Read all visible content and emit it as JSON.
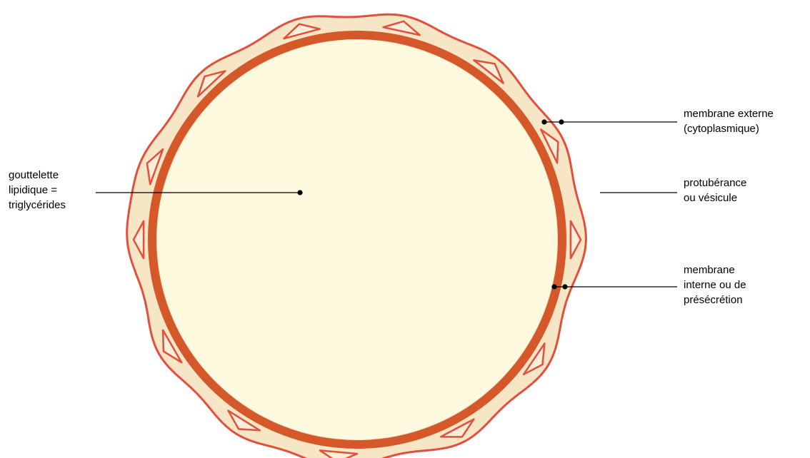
{
  "diagram": {
    "labels": {
      "gouttelette": [
        "gouttelette",
        "lipidique =",
        "triglycérides"
      ],
      "membrane_externe": [
        "membrane externe",
        "(cytoplasmique)"
      ],
      "protuberance": [
        "protubérance",
        "ou vésicule"
      ],
      "membrane_interne": [
        "membrane",
        "interne ou de",
        "présécrétion"
      ]
    },
    "colors": {
      "lipid_fill": "#fdf9de",
      "inner_membrane": "#d4582a",
      "outer_membrane": "#e0503c",
      "cytoplasm_band": "#f6e6c6",
      "leader_line": "#000000"
    }
  }
}
